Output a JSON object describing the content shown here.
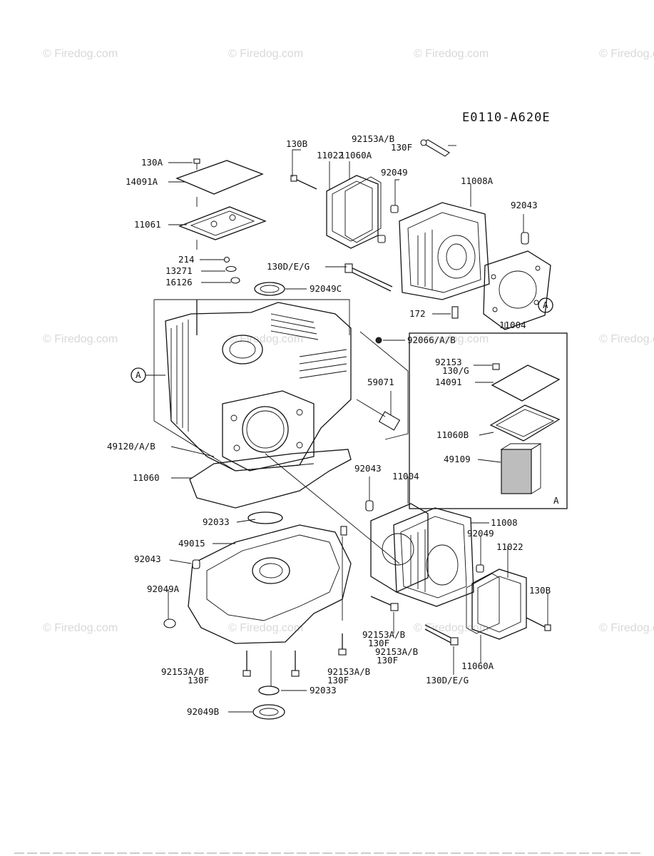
{
  "diagram_code": "E0110-A620E",
  "watermark": "© Firedog.com",
  "ref_label_a": "A",
  "labels": {
    "l130A": "130A",
    "l14091A": "14091A",
    "l11061": "11061",
    "l214": "214",
    "l13271": "13271",
    "l16126": "16126",
    "l92049C": "92049C",
    "l130B_top": "130B",
    "l11022_top": "11022",
    "l11060A_top": "11060A",
    "l92153AB_top": "92153A/B",
    "l130F_top": "130F",
    "l92049_top": "92049",
    "l11008A": "11008A",
    "l92043_top": "92043",
    "l130DEG_top": "130D/E/G",
    "l172": "172",
    "l11004_top": "11004",
    "l92066AB": "92066/A/B",
    "l59071": "59071",
    "l92153": "92153",
    "l130G": "130/G",
    "l14091": "14091",
    "l11060B": "11060B",
    "l49109": "49109",
    "l49120AB": "49120/A/B",
    "l11060": "11060",
    "l92043_mid": "92043",
    "l11004_mid": "11004",
    "l11008": "11008",
    "l92049_mid": "92049",
    "l11022_mid": "11022",
    "l92033_top": "92033",
    "l49015": "49015",
    "l92043_left": "92043",
    "l92049A": "92049A",
    "l130B_right": "130B",
    "l92153AB_1": "92153A/B",
    "l130F_1": "130F",
    "l92153AB_2": "92153A/B",
    "l130F_2": "130F",
    "l92153AB_3": "92153A/B",
    "l130F_3": "130F",
    "l92153AB_4": "92153A/B",
    "l130F_4": "130F",
    "l11060A_bot": "11060A",
    "l130DEG_bot": "130D/E/G",
    "l92033_bot": "92033",
    "l92049B": "92049B"
  }
}
